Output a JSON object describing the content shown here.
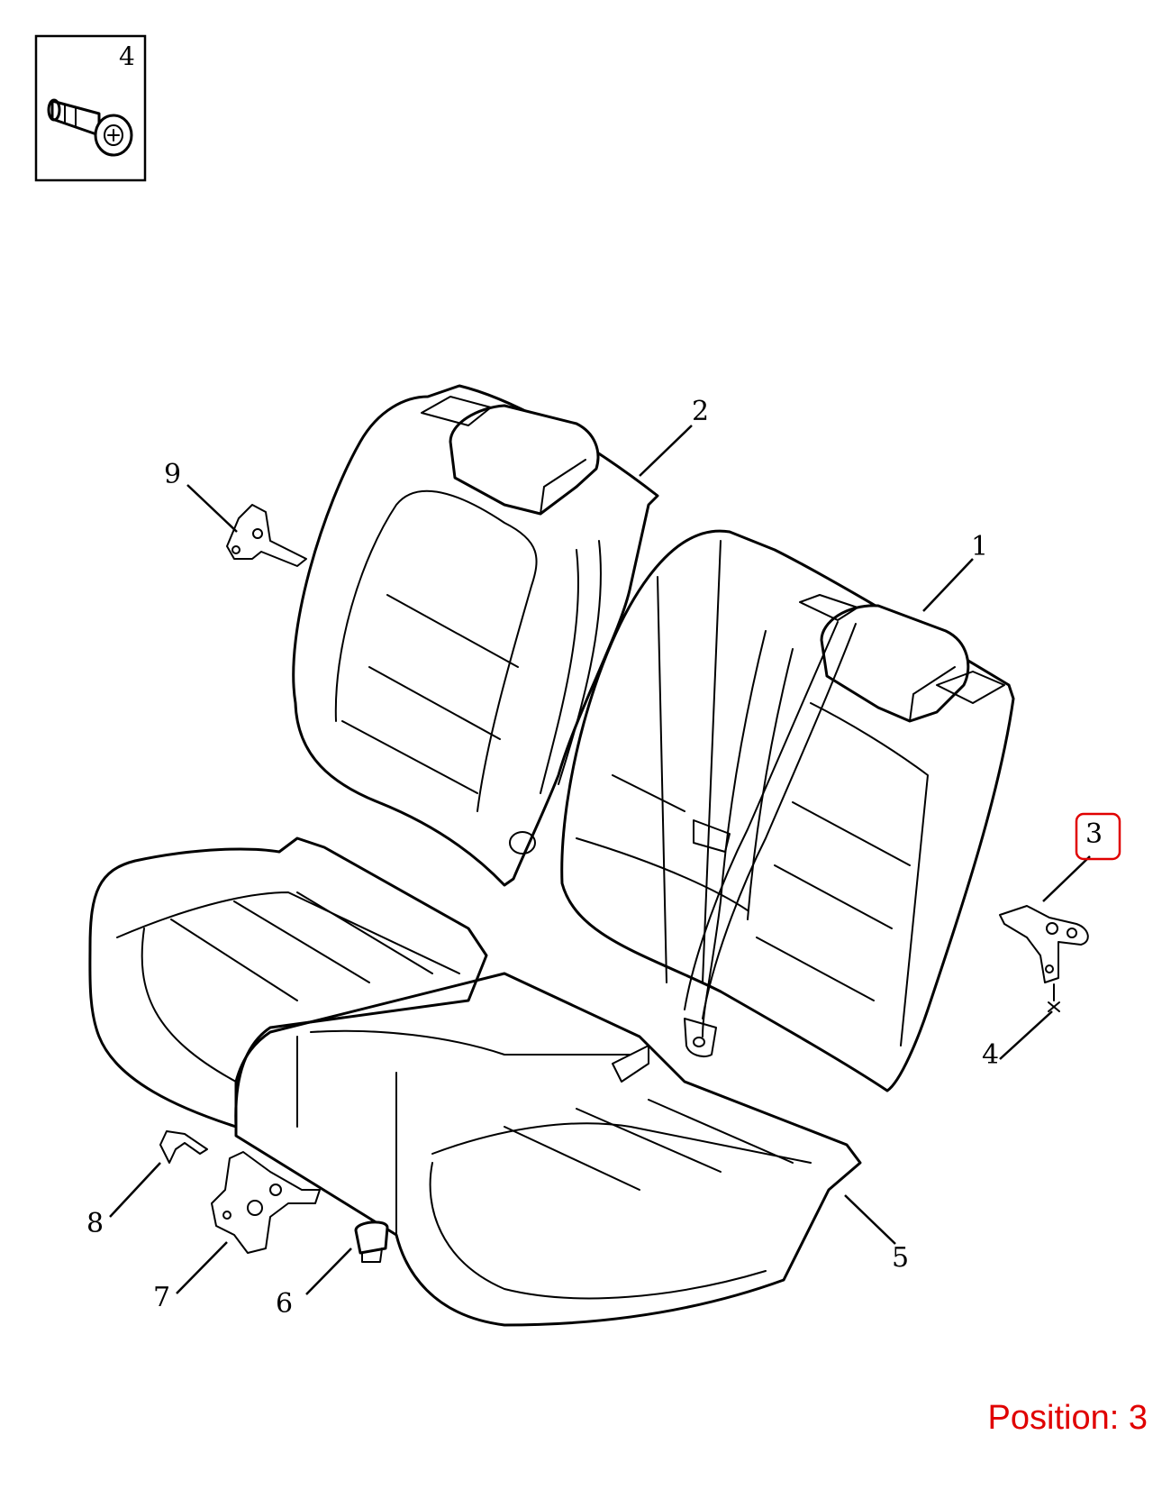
{
  "inset": {
    "number": "4"
  },
  "callouts": [
    {
      "id": "1",
      "label": "1"
    },
    {
      "id": "2",
      "label": "2"
    },
    {
      "id": "3",
      "label": "3",
      "highlighted": true
    },
    {
      "id": "4",
      "label": "4"
    },
    {
      "id": "5",
      "label": "5"
    },
    {
      "id": "6",
      "label": "6"
    },
    {
      "id": "7",
      "label": "7"
    },
    {
      "id": "8",
      "label": "8"
    },
    {
      "id": "9",
      "label": "9"
    }
  ],
  "position_label": "Position: 3",
  "colors": {
    "highlight": "#e00000",
    "line": "#000000",
    "background": "#ffffff"
  }
}
